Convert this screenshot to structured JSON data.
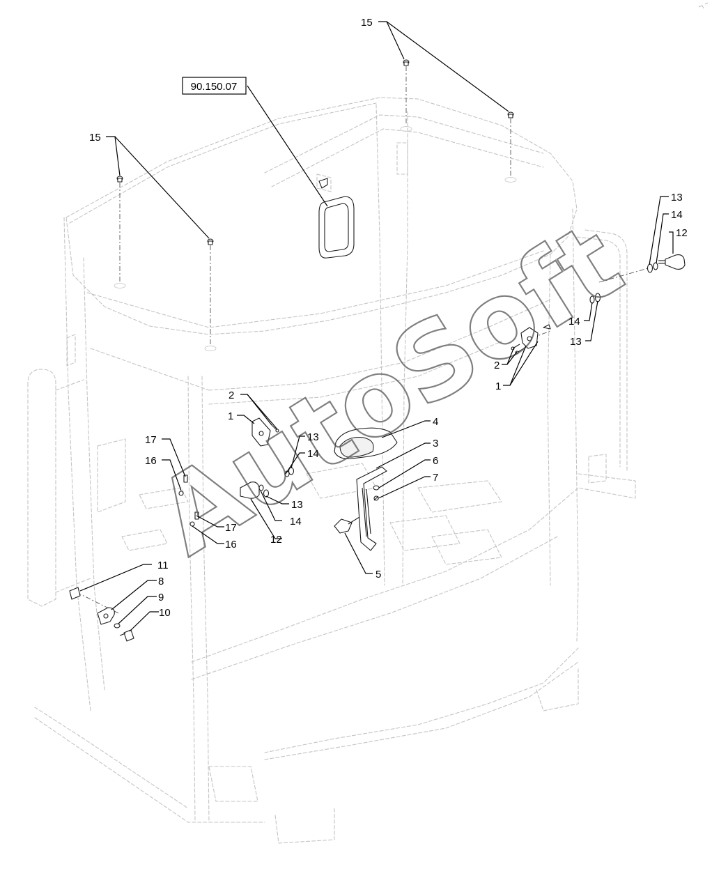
{
  "watermark": "AutoSoft",
  "reference": "90.150.07",
  "callouts": {
    "c15a": "15",
    "c15b": "15",
    "c13a": "13",
    "c14a": "14",
    "c12a": "12",
    "c14b": "14",
    "c13b": "13",
    "c2a": "2",
    "c1a": "1",
    "c2b": "2",
    "c1b": "1",
    "c4": "4",
    "c3": "3",
    "c6": "6",
    "c7": "7",
    "c17a": "17",
    "c16a": "16",
    "c13c": "13",
    "c14c": "14",
    "c13d": "13",
    "c14d": "14",
    "c12b": "12",
    "c17b": "17",
    "c16b": "16",
    "c5": "5",
    "c11": "11",
    "c8": "8",
    "c9": "9",
    "c10": "10"
  }
}
